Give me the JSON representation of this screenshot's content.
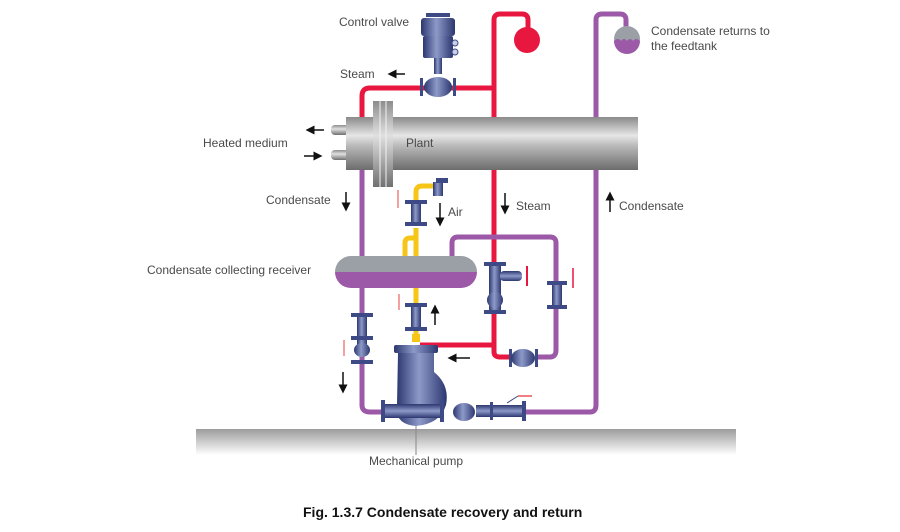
{
  "figure": {
    "caption": "Fig. 1.3.7 Condensate recovery and return"
  },
  "labels": {
    "control_valve": "Control valve",
    "steam_top": "Steam",
    "heated_medium": "Heated medium",
    "plant": "Plant",
    "condensate_left": "Condensate",
    "air": "Air",
    "steam_mid": "Steam",
    "condensate_right": "Condensate",
    "returns_line1": "Condensate returns to",
    "returns_line2": "the feedtank",
    "receiver": "Condensate collecting receiver",
    "pump": "Mechanical pump"
  },
  "colors": {
    "steam": "#e8173f",
    "condensate": "#9b59a8",
    "air": "#f5c518",
    "equipment": "#3d4a85",
    "plant_grey": "#9a9a9a",
    "floor_grey": "#a8a8a8"
  },
  "icons": {
    "steam_ball": "steam-outlet-ball",
    "feedtank_ball": "feedtank-ball",
    "arrow": "flow-arrow"
  }
}
